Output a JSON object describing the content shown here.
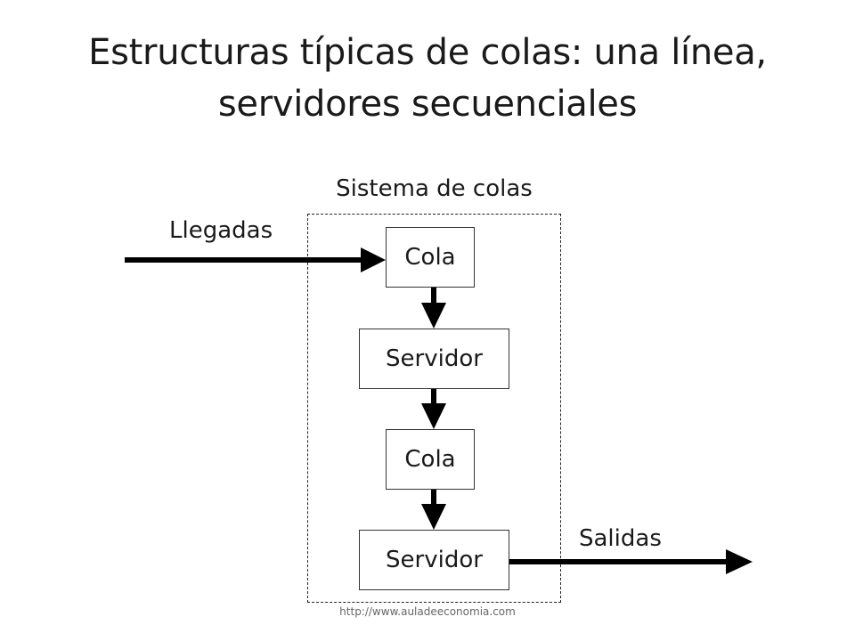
{
  "title": "Estructuras típicas de colas: una línea, servidores secuenciales",
  "diagram": {
    "system_label": "Sistema de colas",
    "arrivals_label": "Llegadas",
    "exits_label": "Salidas",
    "nodes": [
      {
        "id": "queue-1",
        "label": "Cola"
      },
      {
        "id": "server-1",
        "label": "Servidor"
      },
      {
        "id": "queue-2",
        "label": "Cola"
      },
      {
        "id": "server-2",
        "label": "Servidor"
      }
    ]
  },
  "source_url": "http://www.auladeeconomia.com",
  "colors": {
    "stroke": "#000000",
    "text": "#1a1a1a"
  }
}
